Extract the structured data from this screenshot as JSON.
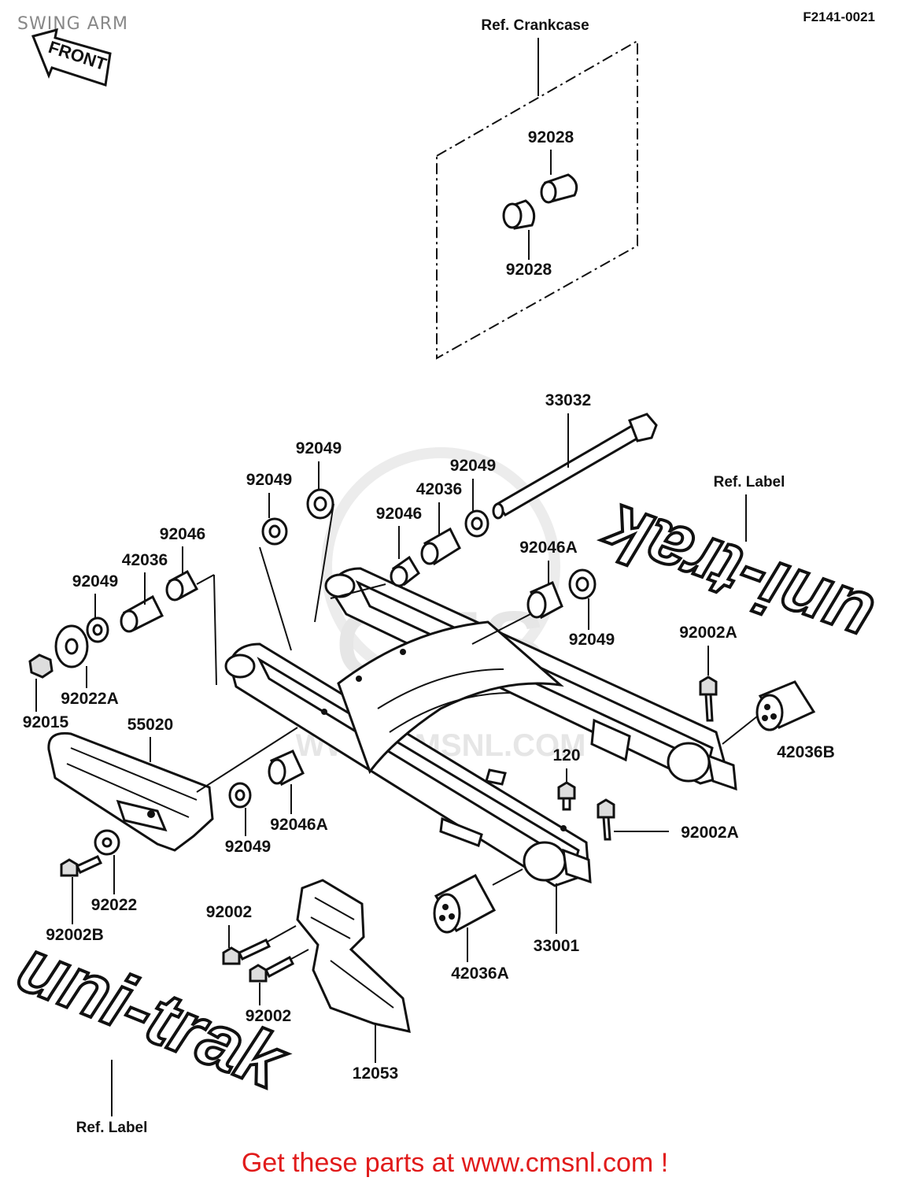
{
  "header": {
    "title": "SWING ARM",
    "figure_code": "F2141-0021",
    "front_label": "FRONT"
  },
  "references": {
    "crankcase": "Ref. Crankcase",
    "label_right": "Ref. Label",
    "label_left": "Ref. Label"
  },
  "logos": {
    "unitrak_right": "uni-trak",
    "unitrak_left": "uni-trak"
  },
  "watermark": {
    "brand": "CMS",
    "url": "WWW.CMSNL.COM"
  },
  "parts": {
    "p92028_top": "92028",
    "p92028_bottom": "92028",
    "p33032": "33032",
    "p92049_a": "92049",
    "p92049_b": "92049",
    "p42036_a": "42036",
    "p92046_a": "92046",
    "p92049_c": "92049",
    "p92046_b": "92046",
    "p42036_b": "42036",
    "p92049_d": "92049",
    "p92046A_a": "92046A",
    "p92049_e": "92049",
    "p92002A_a": "92002A",
    "p42036B": "42036B",
    "p92022A": "92022A",
    "p92015": "92015",
    "p55020": "55020",
    "p120": "120",
    "p92046A_b": "92046A",
    "p92049_f": "92049",
    "p92002A_b": "92002A",
    "p92022": "92022",
    "p92002B": "92002B",
    "p92002_a": "92002",
    "p92002_b": "92002",
    "p33001": "33001",
    "p42036A": "42036A",
    "p12053": "12053"
  },
  "footer": {
    "promo": "Get these parts at www.cmsnl.com !"
  }
}
